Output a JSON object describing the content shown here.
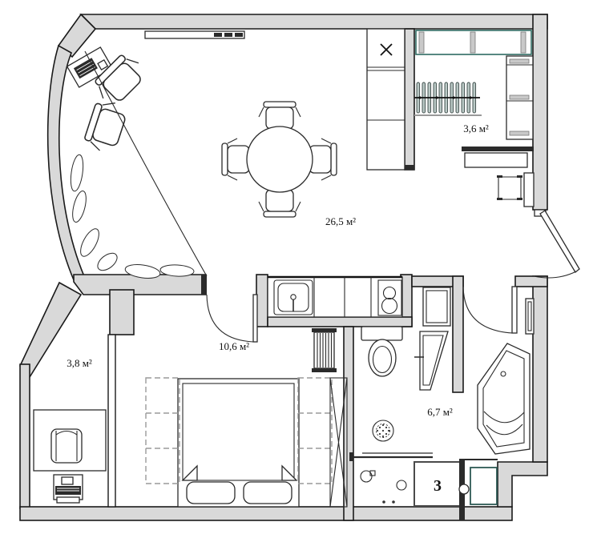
{
  "plan": {
    "type": "apartment-floor-plan",
    "rooms": [
      {
        "id": "living-kitchen",
        "area_label": "26,5 м²"
      },
      {
        "id": "wardrobe-closet",
        "area_label": "3,6 м²"
      },
      {
        "id": "bedroom",
        "area_label": "10,6 м²"
      },
      {
        "id": "study-nook",
        "area_label": "3,8 м²"
      },
      {
        "id": "bathroom",
        "area_label": "6,7 м²"
      }
    ],
    "markers": {
      "appliance_number": "3",
      "icons": [
        "x-marker-icon",
        "faucet-icon",
        "drain-icon",
        "cooktop-burners-icon"
      ]
    },
    "colors": {
      "wall_fill": "#d9d9d9",
      "line": "#2b2b2b",
      "accent_teal": "#2f6b62",
      "hanger_fill": "#b9c8c5"
    }
  }
}
